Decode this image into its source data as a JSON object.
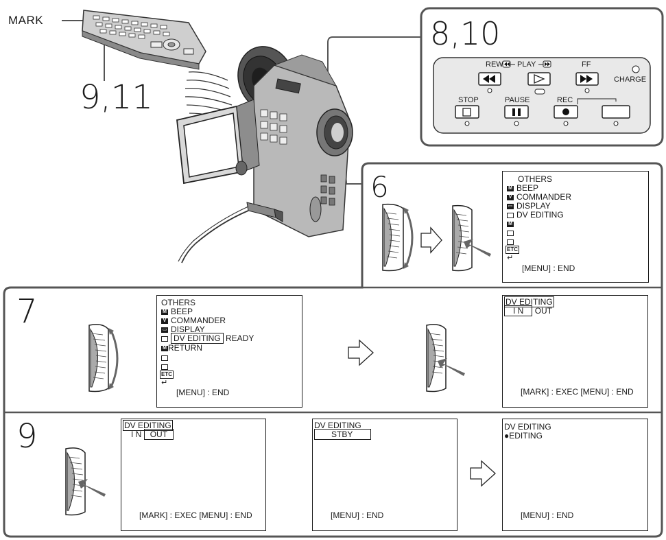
{
  "labels": {
    "mark": "MARK",
    "step_9_11": "9,11",
    "step_8_10": "8,10",
    "step_6": "6",
    "step_7": "7",
    "step_9": "9"
  },
  "deck": {
    "rew": "REW",
    "play": "PLAY",
    "ff": "FF",
    "charge": "CHARGE",
    "stop": "STOP",
    "pause": "PAUSE",
    "rec": "REC"
  },
  "menu6": {
    "title": "OTHERS",
    "items": [
      "BEEP",
      "COMMANDER",
      "DISPLAY",
      "DV  EDITING"
    ],
    "etc": "ETC",
    "footer": "[MENU] : END"
  },
  "menu7": {
    "title": "OTHERS",
    "items": [
      "BEEP",
      "COMMANDER",
      "DISPLAY"
    ],
    "dv_editing": "DV  EDITING",
    "ready": "READY",
    "return": "RETURN",
    "etc": "ETC",
    "footer": "[MENU] : END"
  },
  "screen7b": {
    "title": "DV EDITING",
    "in": "I  N",
    "out": "OUT",
    "footer": "[MARK] : EXEC   [MENU] : END"
  },
  "screen9a": {
    "title": "DV EDITING",
    "in": "I  N",
    "out": "OUT",
    "footer": "[MARK] : EXEC   [MENU] : END"
  },
  "screen9b": {
    "title": "DV EDITING",
    "stby": "STBY",
    "footer": "[MENU] : END"
  },
  "screen9c": {
    "title": "DV EDITING",
    "editing": "●EDITING",
    "footer": "[MENU] : END"
  },
  "colors": {
    "ink": "#1a1a1a",
    "panel_border": "#555555",
    "gray": "#bdbdbd",
    "dark_gray": "#6f6f6f"
  }
}
